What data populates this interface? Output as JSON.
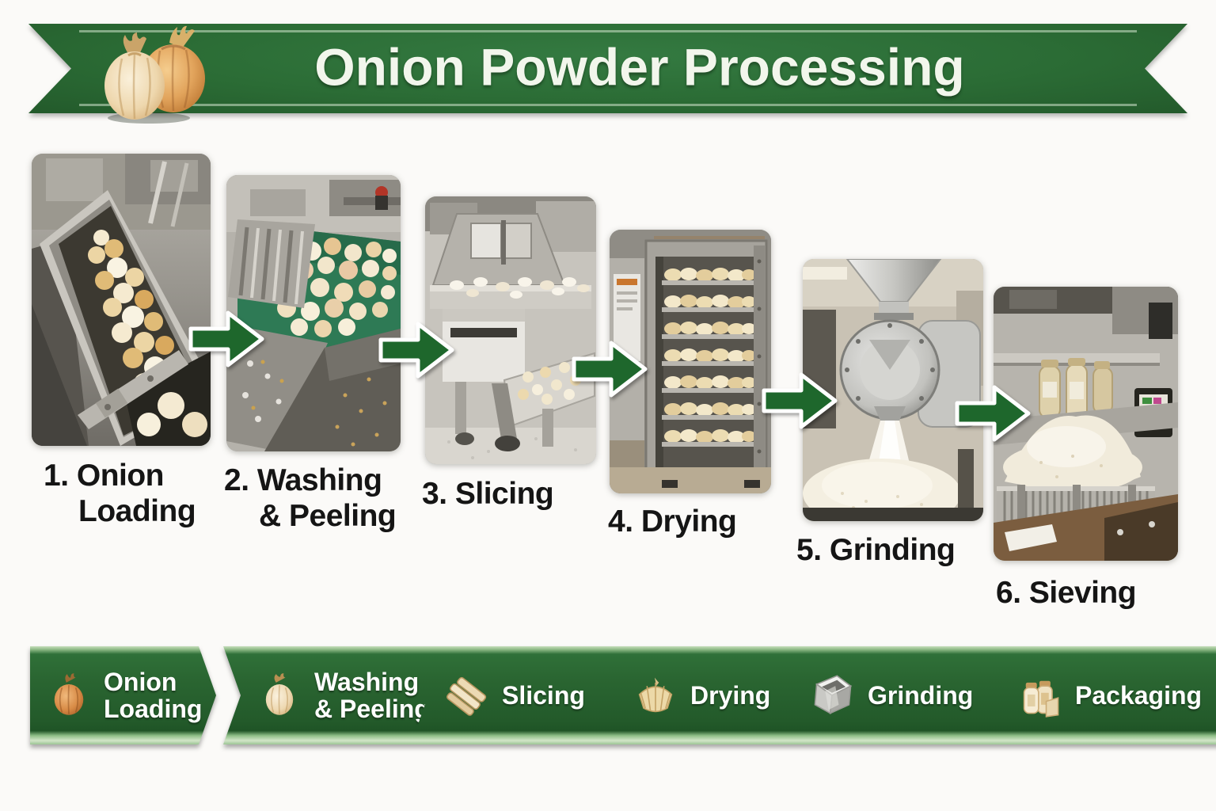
{
  "banner": {
    "title": "Onion Powder Processing"
  },
  "steps": [
    {
      "caption_line1": "1. Onion",
      "caption_line2": "Loading",
      "photo": "onion-loading"
    },
    {
      "caption_line1": "2. Washing",
      "caption_line2": "& Peeling",
      "photo": "washing-peeling"
    },
    {
      "caption_line1": "3. Slicing",
      "caption_line2": "",
      "photo": "slicing"
    },
    {
      "caption_line1": "4. Drying",
      "caption_line2": "",
      "photo": "drying"
    },
    {
      "caption_line1": "5. Grinding",
      "caption_line2": "",
      "photo": "grinding"
    },
    {
      "caption_line1": "6. Sieving",
      "caption_line2": "",
      "photo": "sieving"
    }
  ],
  "flow_bar": {
    "items": [
      {
        "line1": "Onion",
        "line2": "Loading",
        "icon": "onion-icon"
      },
      {
        "line1": "Washing",
        "line2": "& Peeling",
        "icon": "peeled-onion-icon"
      },
      {
        "line1": "Slicing",
        "line2": "",
        "icon": "sliced-onion-icon"
      },
      {
        "line1": "Drying",
        "line2": "",
        "icon": "dried-onion-icon"
      },
      {
        "line1": "Grinding",
        "line2": "",
        "icon": "grinder-icon"
      },
      {
        "line1": "Packaging",
        "line2": "",
        "icon": "packaging-jars-icon"
      }
    ]
  },
  "colors": {
    "banner_green": "#2b6c35",
    "bar_green": "#27602e",
    "arrow_green": "#1e672c",
    "caption_text": "#151515",
    "text_white": "#f2f6ec",
    "page_background": "#fbfaf8"
  }
}
